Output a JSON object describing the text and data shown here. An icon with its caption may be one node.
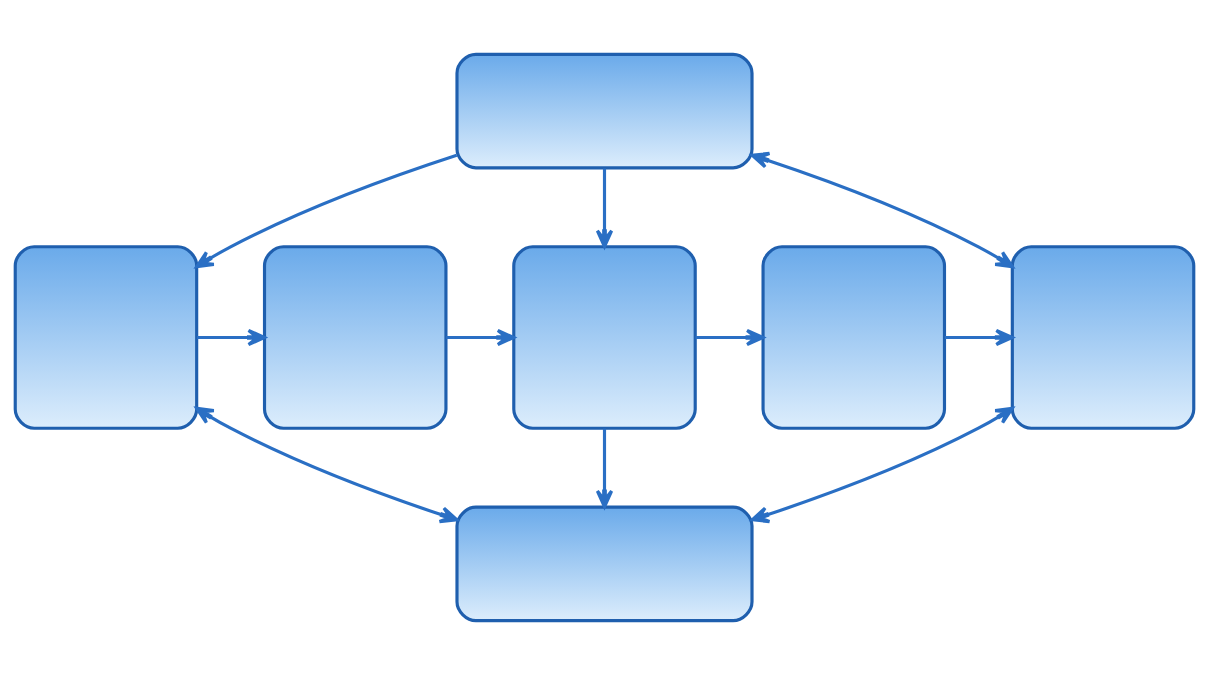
{
  "diagram": {
    "nodes": [
      {
        "text": [],
        "shape": "box"
      },
      {
        "text": [],
        "shape": "box"
      },
      {
        "text": [],
        "shape": "box"
      },
      {
        "text": [],
        "shape": "box"
      },
      {
        "text": [],
        "shape": "box"
      },
      {
        "text": [],
        "shape": "box"
      },
      {
        "text": [],
        "shape": "box"
      }
    ],
    "edges": [
      {
        "from": 0,
        "to": 1,
        "arrow": "to"
      },
      {
        "from": 5,
        "to": 0,
        "arrow": "both"
      },
      {
        "from": 0,
        "to": 3,
        "arrow": "to"
      },
      {
        "from": 1,
        "to": 2,
        "arrow": "to"
      },
      {
        "from": 2,
        "to": 3,
        "arrow": "to"
      },
      {
        "from": 3,
        "to": 4,
        "arrow": "to"
      },
      {
        "from": 4,
        "to": 5,
        "arrow": "to"
      },
      {
        "from": 3,
        "to": 6,
        "arrow": "to"
      },
      {
        "from": 1,
        "to": 6,
        "arrow": "both"
      },
      {
        "from": 6,
        "to": 5,
        "arrow": "both"
      }
    ]
  }
}
